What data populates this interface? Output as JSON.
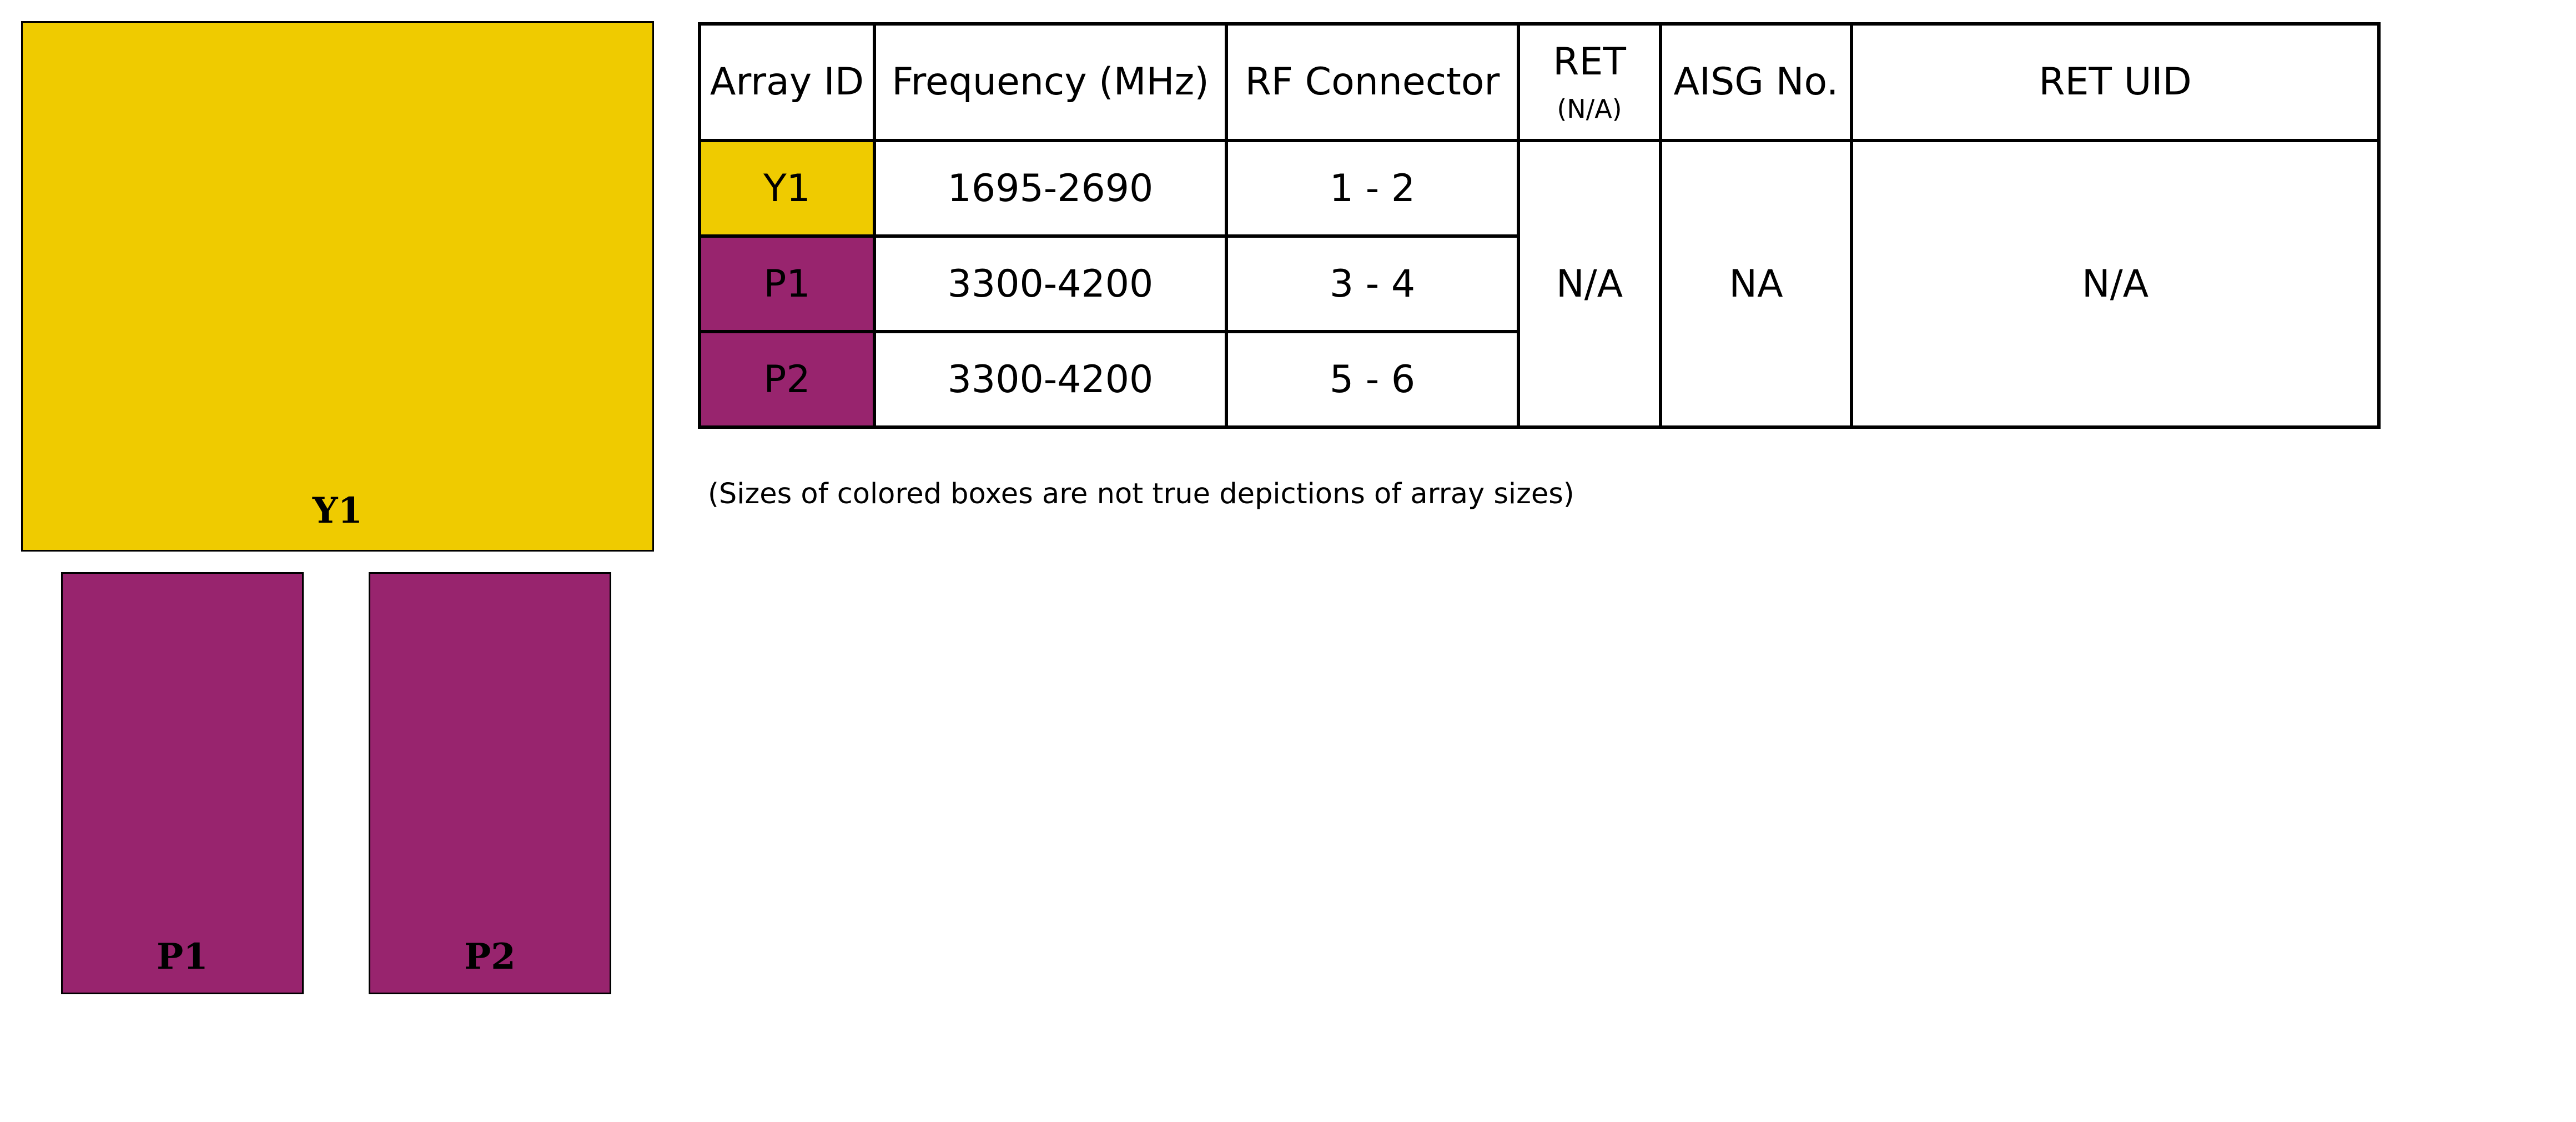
{
  "colors": {
    "y1": "#EFCB00",
    "p1": "#98246E",
    "p2": "#98246E"
  },
  "boxes": {
    "y1": {
      "label": "Y1"
    },
    "p1": {
      "label": "P1"
    },
    "p2": {
      "label": "P2"
    }
  },
  "table": {
    "headers": {
      "array_id": "Array ID",
      "frequency": "Frequency (MHz)",
      "rf_connector": "RF Connector",
      "ret": "RET",
      "ret_sub": "(N/A)",
      "aisg_no": "AISG No.",
      "ret_uid": "RET UID"
    },
    "rows": [
      {
        "array_id": "Y1",
        "frequency": "1695-2690",
        "rf_connector": "1 - 2"
      },
      {
        "array_id": "P1",
        "frequency": "3300-4200",
        "rf_connector": "3 - 4"
      },
      {
        "array_id": "P2",
        "frequency": "3300-4200",
        "rf_connector": "5 - 6"
      }
    ],
    "ret": "N/A",
    "aisg_no": "NA",
    "ret_uid": "N/A"
  },
  "note": "(Sizes of colored boxes are not true depictions of array sizes)"
}
